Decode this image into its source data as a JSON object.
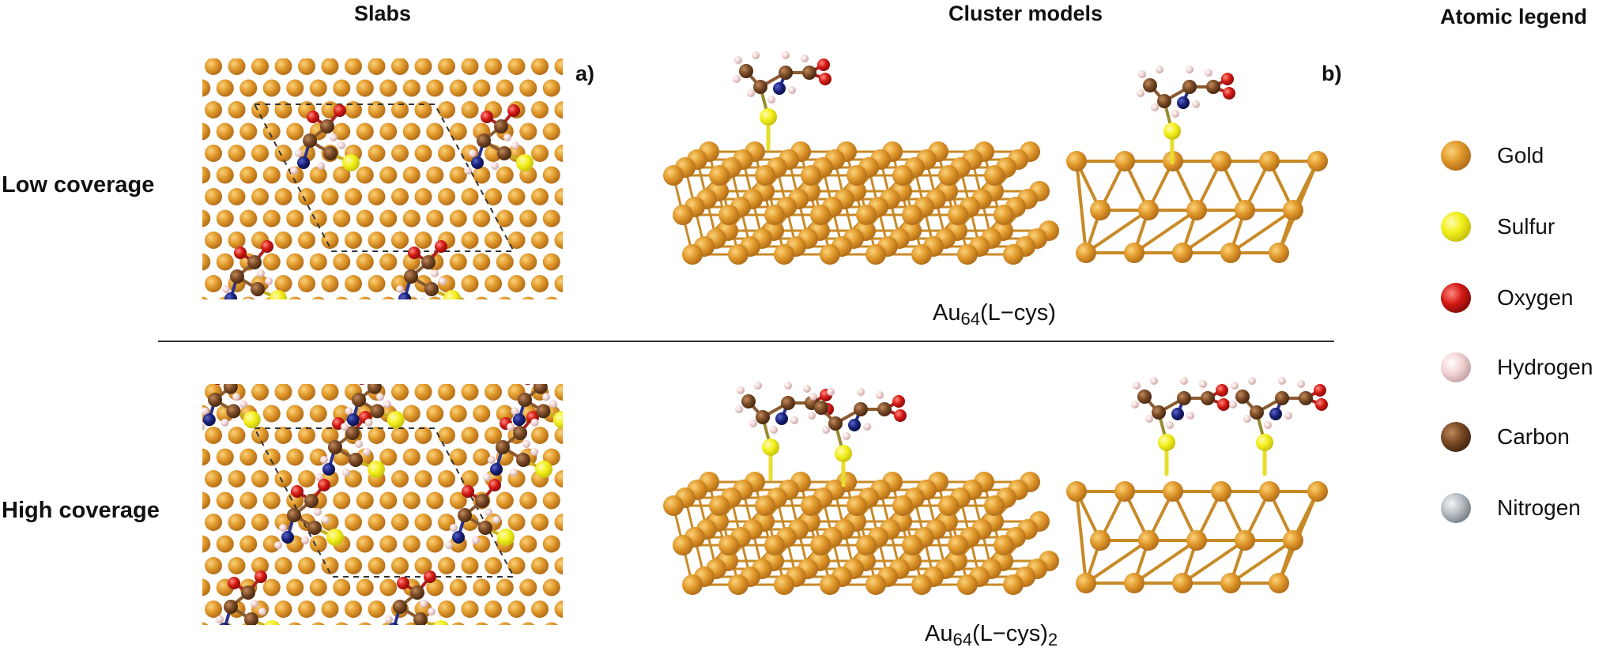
{
  "headers": {
    "slabs": "Slabs",
    "cluster_models": "Cluster models",
    "atomic_legend": "Atomic legend"
  },
  "rows": {
    "low": "Low coverage",
    "high": "High coverage"
  },
  "panel_labels": {
    "a": "a)",
    "b": "b)"
  },
  "captions": {
    "low": {
      "base": "Au",
      "sub": "64",
      "rest": "(L−cys)",
      "tail": ""
    },
    "high": {
      "base": "Au",
      "sub": "64",
      "rest": "(L−cys)",
      "tail": "2"
    }
  },
  "legend": [
    {
      "label": "Gold",
      "color": "#e0982a",
      "icon": "gold-atom-icon"
    },
    {
      "label": "Sulfur",
      "color": "#f2ef1a",
      "icon": "sulfur-atom-icon"
    },
    {
      "label": "Oxygen",
      "color": "#d41a14",
      "icon": "oxygen-atom-icon"
    },
    {
      "label": "Hydrogen",
      "color": "#f2d4d4",
      "icon": "hydrogen-atom-icon"
    },
    {
      "label": "Carbon",
      "color": "#7a4a26",
      "icon": "carbon-atom-icon"
    },
    {
      "label": "Nitrogen",
      "color": "#b8bec2",
      "icon": "nitrogen-atom-icon"
    }
  ],
  "colors": {
    "gold": "#e0982a",
    "sulfur": "#f2ef1a",
    "oxygen": "#d41a14",
    "hydrogen": "#f2d4d4",
    "carbon": "#7a4a26",
    "nitrogen": "#1a237e"
  }
}
